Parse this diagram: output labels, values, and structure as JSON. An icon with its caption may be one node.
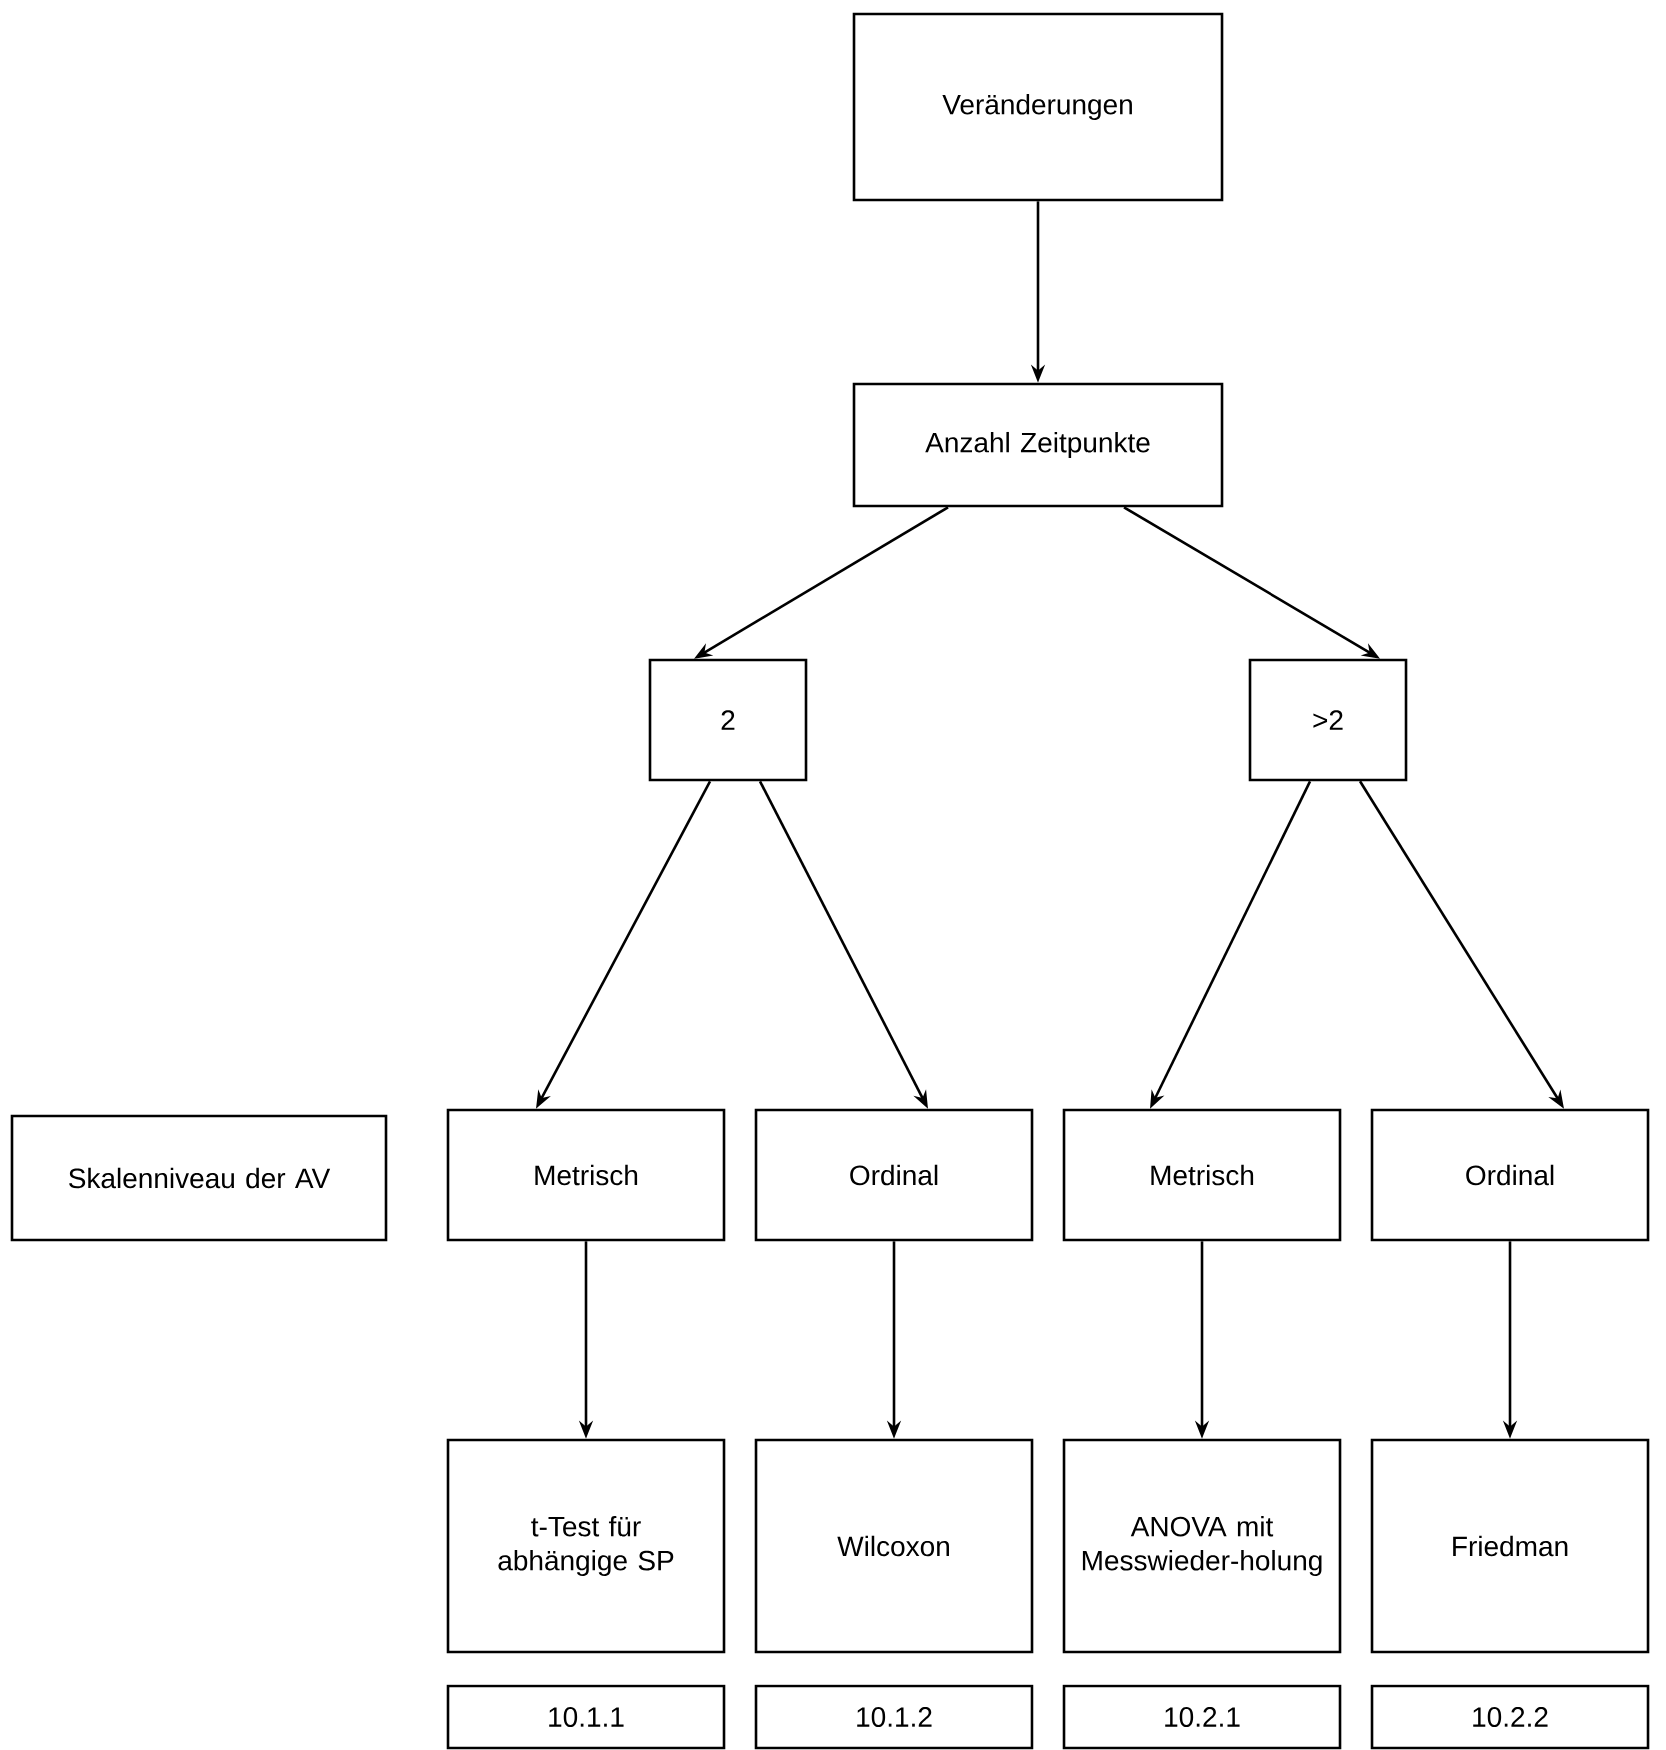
{
  "diagram": {
    "nodes": [
      {
        "text": [
          "Veränderungen"
        ]
      },
      {
        "text": [
          "Anzahl Zeitpunkte"
        ]
      },
      {
        "text": [
          "2"
        ]
      },
      {
        "text": [
          ">2"
        ]
      },
      {
        "text": [
          "Skalenniveau der AV"
        ]
      },
      {
        "text": [
          "Metrisch"
        ]
      },
      {
        "text": [
          "Ordinal"
        ]
      },
      {
        "text": [
          "Metrisch"
        ]
      },
      {
        "text": [
          "Ordinal"
        ]
      },
      {
        "text": [
          "t-Test für abhängige SP"
        ]
      },
      {
        "text": [
          "Wilcoxon"
        ]
      },
      {
        "text": [
          "ANOVA mit Messwieder-holung"
        ]
      },
      {
        "text": [
          "Friedman"
        ]
      },
      {
        "text": [
          "10.1.1"
        ]
      },
      {
        "text": [
          "10.1.2"
        ]
      },
      {
        "text": [
          "10.2.1"
        ]
      },
      {
        "text": [
          "10.2.2"
        ]
      }
    ],
    "edges": [
      {
        "from": 0,
        "to": 1,
        "arrow": "to"
      },
      {
        "from": 1,
        "to": 2,
        "arrow": "to"
      },
      {
        "from": 1,
        "to": 3,
        "arrow": "to"
      },
      {
        "from": 2,
        "to": 5,
        "arrow": "to"
      },
      {
        "from": 2,
        "to": 6,
        "arrow": "to"
      },
      {
        "from": 3,
        "to": 7,
        "arrow": "to"
      },
      {
        "from": 3,
        "to": 8,
        "arrow": "to"
      },
      {
        "from": 5,
        "to": 9,
        "arrow": "to"
      },
      {
        "from": 6,
        "to": 10,
        "arrow": "to"
      },
      {
        "from": 7,
        "to": 11,
        "arrow": "to"
      },
      {
        "from": 8,
        "to": 12,
        "arrow": "to"
      }
    ]
  }
}
